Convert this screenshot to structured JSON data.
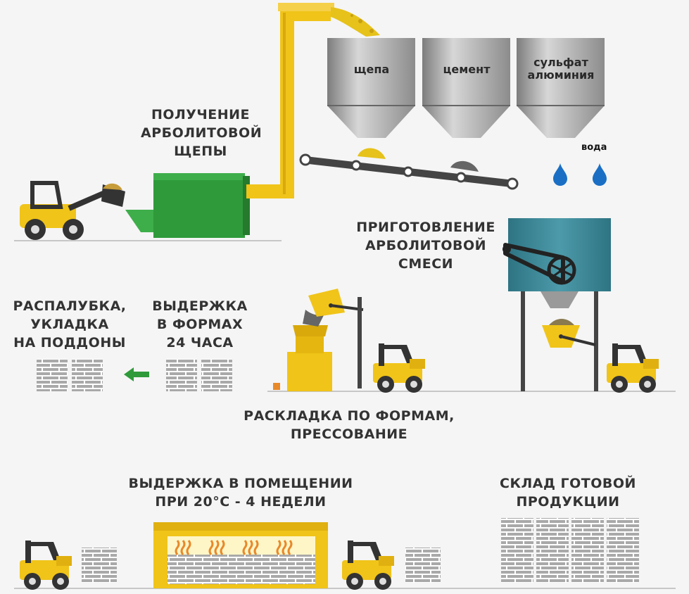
{
  "labels": {
    "chips": [
      "ПОЛУЧЕНИЕ",
      "АРБОЛИТОВОЙ",
      "ЩЕПЫ"
    ],
    "mix": [
      "ПРИГОТОВЛЕНИЕ",
      "АРБОЛИТОВОЙ",
      "СМЕСИ"
    ],
    "formwork": [
      "РАСПАЛУБКА,",
      "УКЛАДКА",
      "НА ПОДДОНЫ"
    ],
    "curing_forms": [
      "ВЫДЕРЖКА",
      "В ФОРМАХ",
      "24 ЧАСА"
    ],
    "molding": [
      "РАСКЛАДКА ПО ФОРМАМ,",
      "ПРЕССОВАНИЕ"
    ],
    "curing_room": [
      "ВЫДЕРЖКА В ПОМЕЩЕНИИ",
      "ПРИ 20°С - 4 НЕДЕЛИ"
    ],
    "warehouse": [
      "СКЛАД ГОТОВОЙ",
      "ПРОДУКЦИИ"
    ]
  },
  "silos": [
    {
      "lines": [
        "щепа"
      ]
    },
    {
      "lines": [
        "цемент"
      ]
    },
    {
      "lines": [
        "сульфат",
        "алюминия"
      ]
    }
  ],
  "water_label": "вода",
  "colors": {
    "yellow": "#f0c419",
    "green": "#2f9a3a",
    "gray": "#9a9a9a",
    "teal": "#3e8a99",
    "water": "#1a6fc4",
    "orange": "#e8892a",
    "arrow": "#2f9a3a"
  },
  "icons": [
    "wheel-loader-icon",
    "forklift-icon",
    "silo-icon",
    "conveyor-icon",
    "water-drop-icon",
    "mixer-icon",
    "press-icon",
    "brick-pallet-icon",
    "heat-icon",
    "arrow-left-icon"
  ]
}
